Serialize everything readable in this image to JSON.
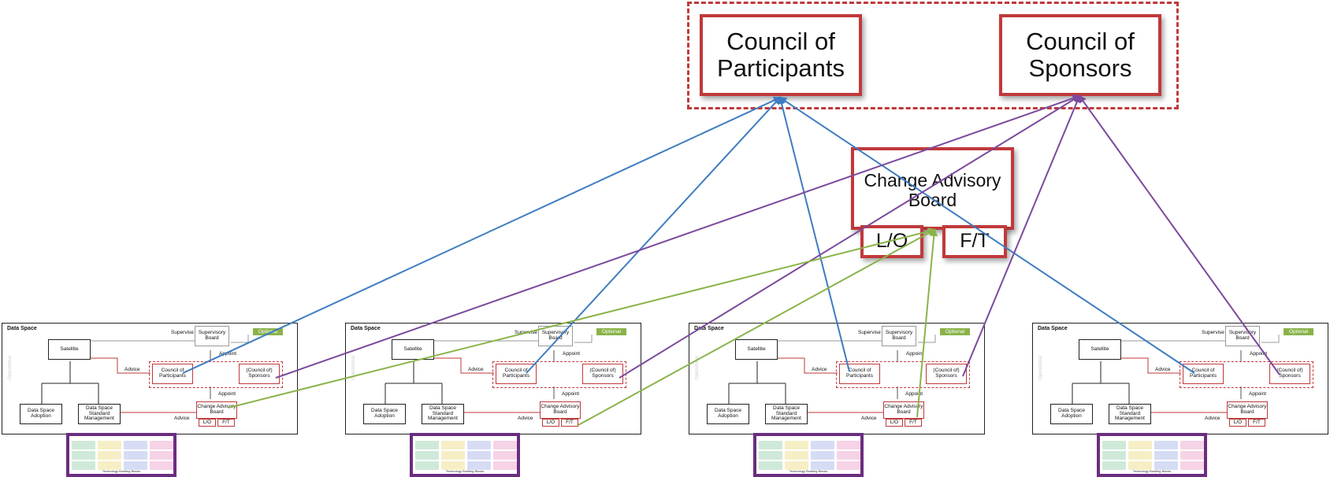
{
  "main": {
    "council_participants": "Council of Participants",
    "council_sponsors": "Council of Sponsors",
    "change_board": "Change Advisory Board",
    "lo": "L/O",
    "ft": "F/T"
  },
  "panel": {
    "title": "Data Space",
    "satellite": "Satellite",
    "supervisory": "Supervisory Board",
    "optional": "Optional",
    "supervise": "Supervise",
    "appoint": "Appoint",
    "advice": "Advice",
    "council_participants": "Council of Participants",
    "council_sponsors": "(Council of) Sponsors",
    "change_board": "Change Advisory Board",
    "lo": "L/O",
    "ft": "F/T",
    "adoption": "Data Space Adoption",
    "standard": "Data Space Standard Management",
    "operational": "Operational",
    "tbb_footer": "Technology Building Blocks"
  },
  "colors": {
    "red_border": "#c0393b",
    "blue_line": "#3e7cc1",
    "purple_line": "#7b4a9c",
    "green_line": "#8ab34a",
    "tbb_frame": "#6a2d7f"
  }
}
